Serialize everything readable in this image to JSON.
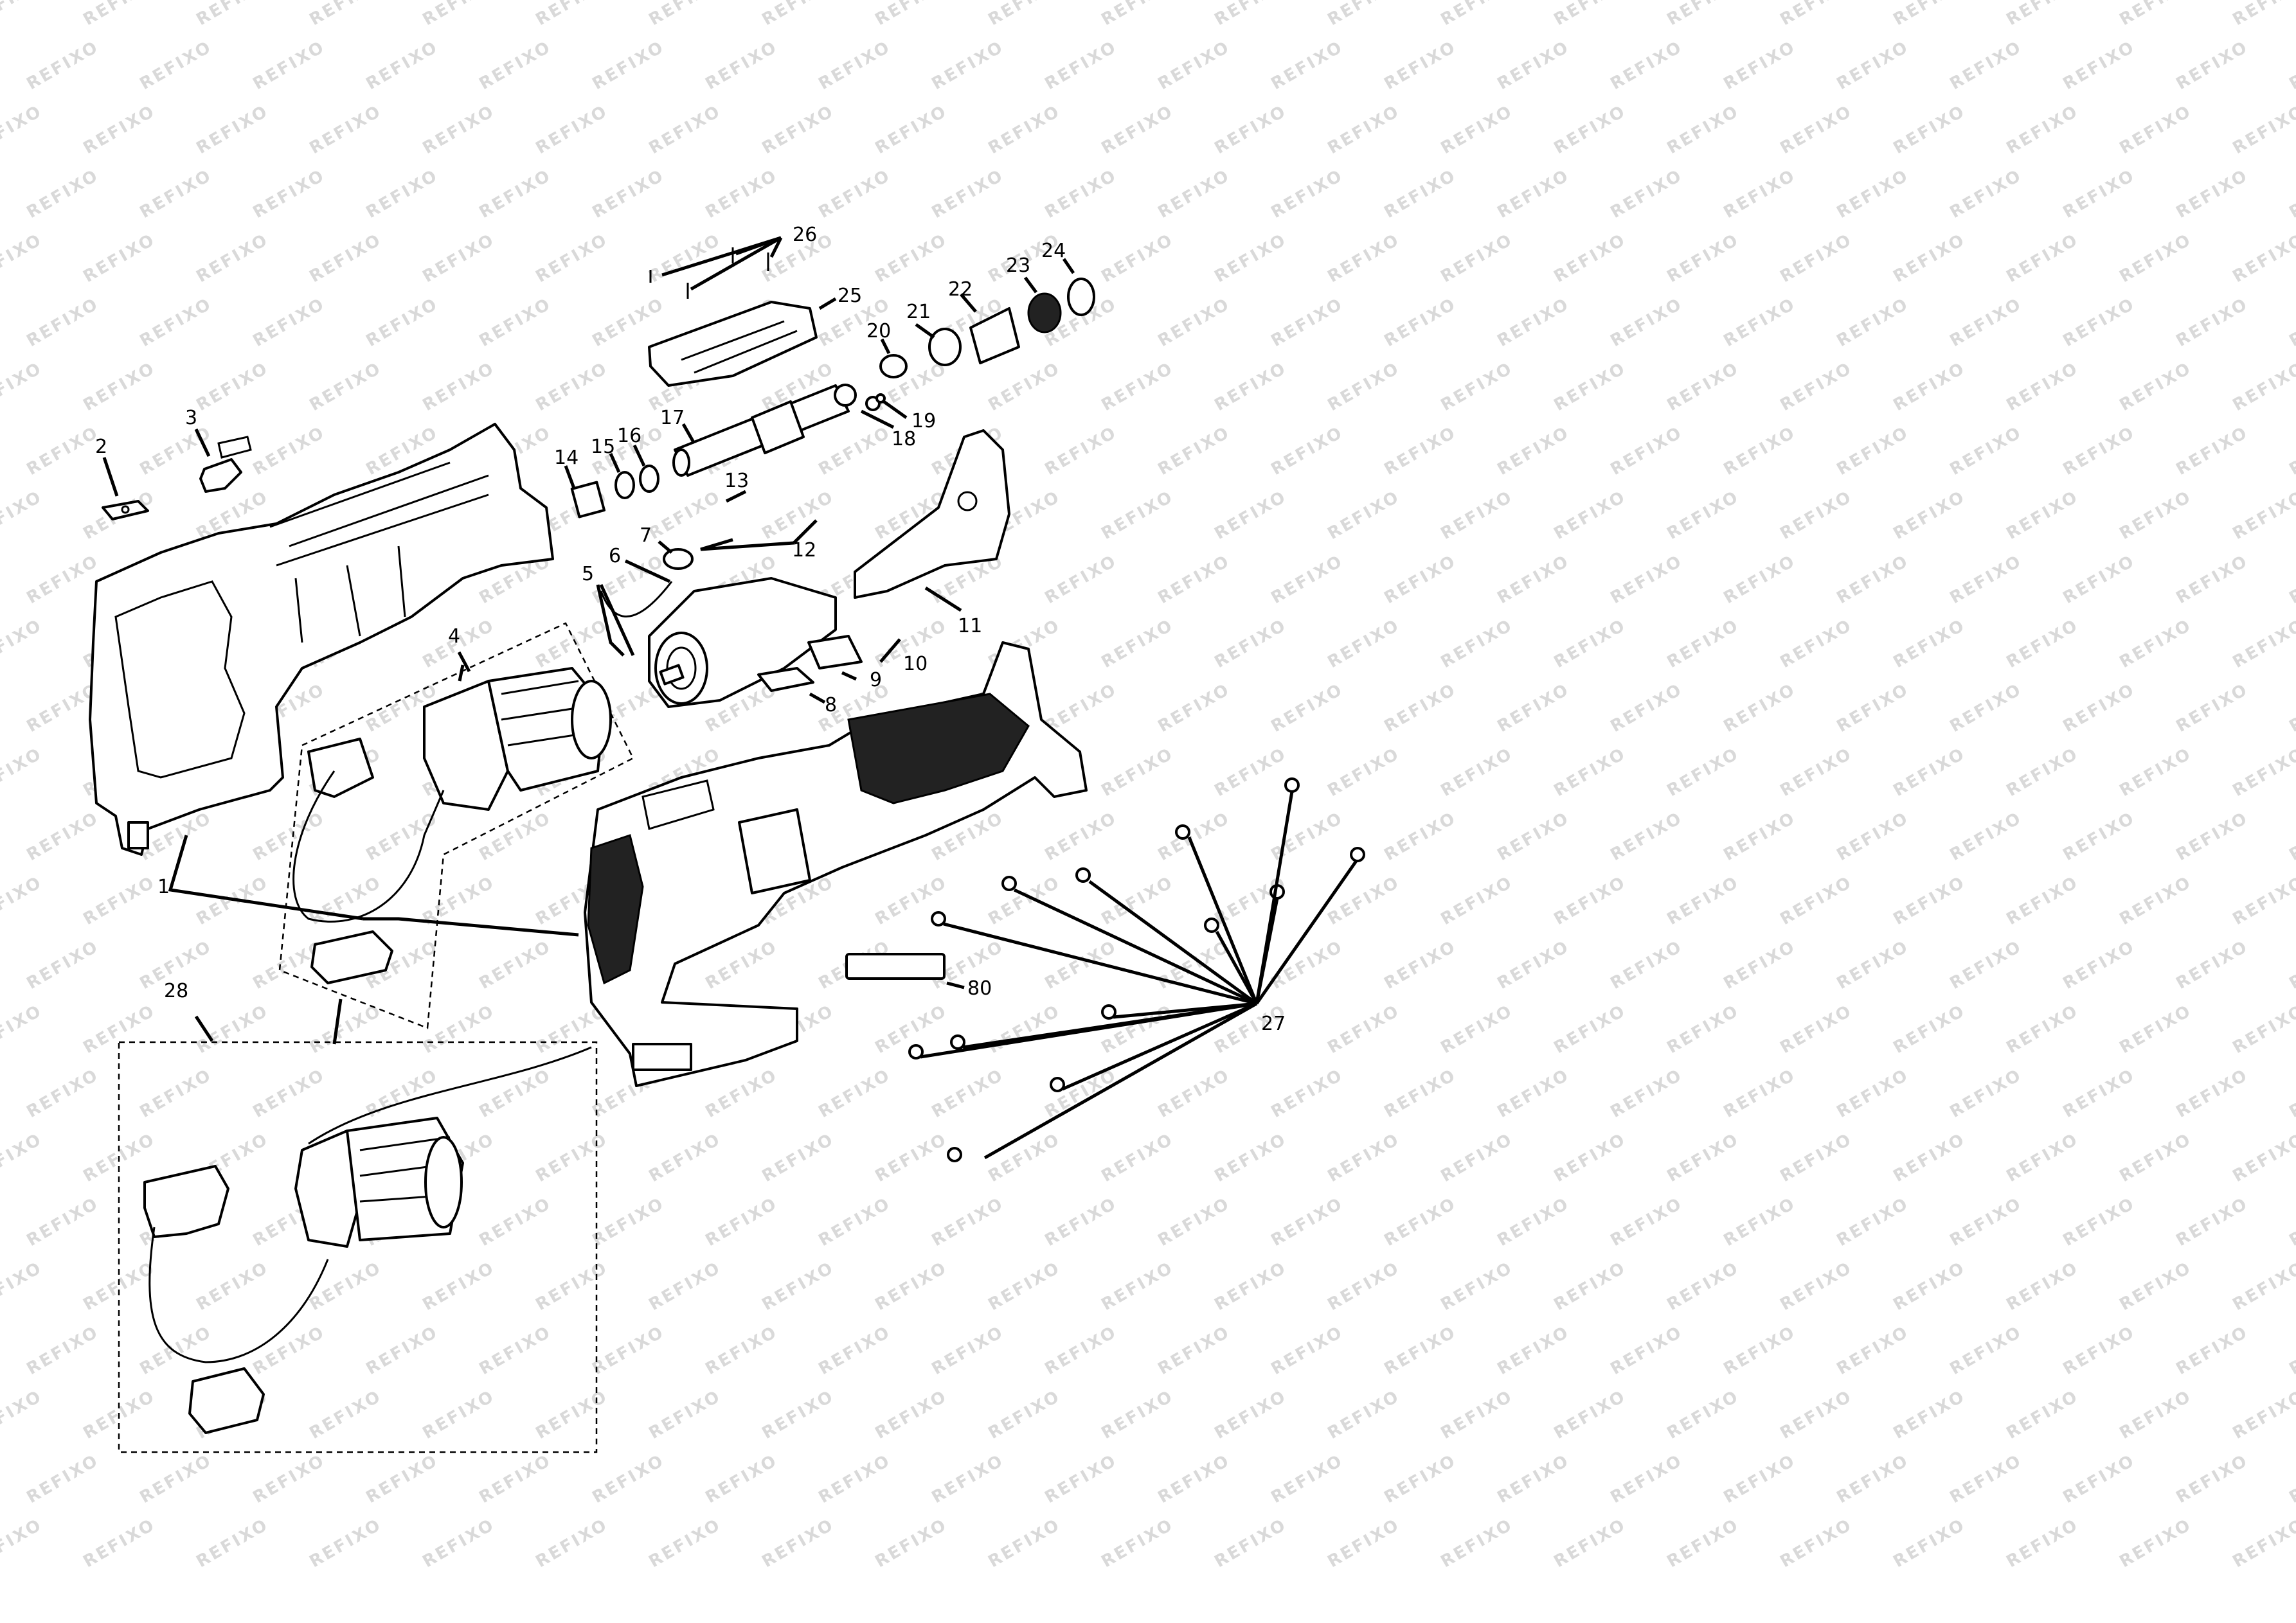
{
  "watermark": "REFIXO",
  "part_labels": [
    "1",
    "2",
    "3",
    "4",
    "5",
    "6",
    "7",
    "8",
    "9",
    "10",
    "11",
    "12",
    "13",
    "14",
    "15",
    "16",
    "17",
    "18",
    "19",
    "20",
    "21",
    "22",
    "23",
    "24",
    "25",
    "26",
    "27",
    "28",
    "80"
  ]
}
